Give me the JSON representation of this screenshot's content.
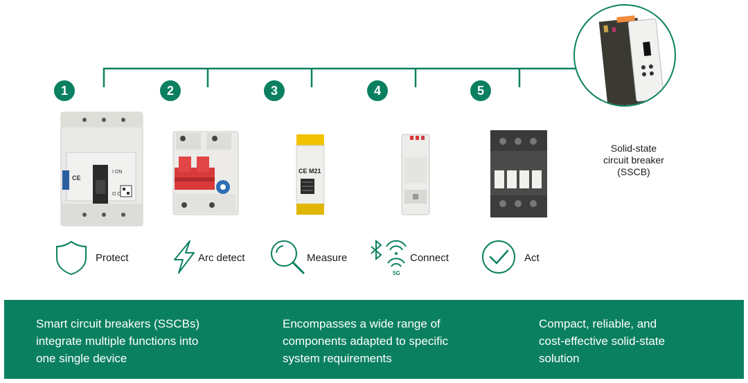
{
  "steps": [
    {
      "number": "1",
      "label": "Protect"
    },
    {
      "number": "2",
      "label": "Arc detect"
    },
    {
      "number": "3",
      "label": "Measure"
    },
    {
      "number": "4",
      "label": "Connect"
    },
    {
      "number": "5",
      "label": "Act"
    }
  ],
  "device_marks": {
    "breaker_on": "I ON",
    "breaker_off": "O OFF",
    "ce_mark": "CE",
    "meter_mark": "CE M21"
  },
  "connect_badge": "5G",
  "sscb": {
    "caption_lines": [
      "Solid-state",
      "circuit breaker",
      "(SSCB)"
    ]
  },
  "bottom_band": {
    "columns": [
      {
        "lines": [
          "Smart circuit breakers (SSCBs)",
          "integrate multiple functions into",
          "one single device"
        ]
      },
      {
        "lines": [
          "Encompasses a wide range of",
          "components adapted to specific",
          "system requirements"
        ]
      },
      {
        "lines": [
          "Compact, reliable, and",
          "cost-effective solid-state",
          "solution"
        ]
      }
    ]
  },
  "colors": {
    "accent": "#0b8060",
    "band_text": "#ffffff"
  },
  "icons": [
    "shield-icon",
    "lightning-icon",
    "magnifier-icon",
    "wireless-icon",
    "checkmark-icon"
  ]
}
